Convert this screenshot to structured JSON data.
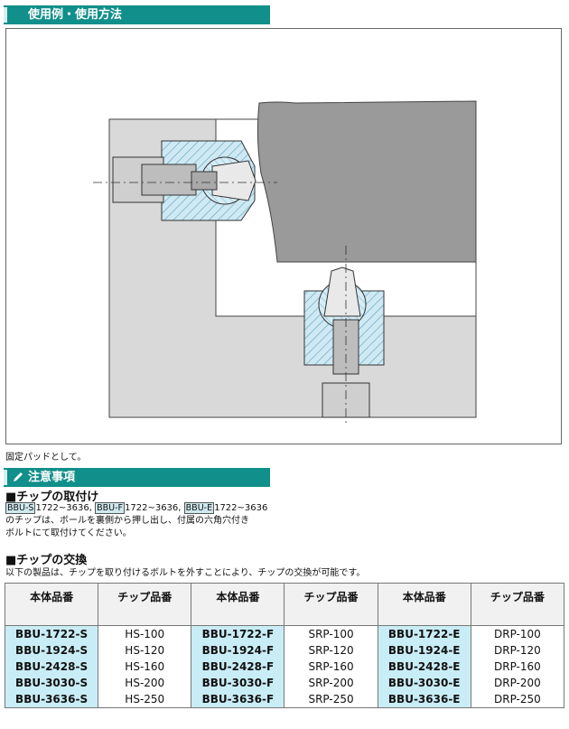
{
  "header1": {
    "title": "使用例・使用方法"
  },
  "caption": "固定パッドとして。",
  "header2": {
    "title": "注意事項"
  },
  "section1": {
    "title": "■チップの取付け",
    "tags": [
      "BBU-S",
      "BBU-F",
      "BBU-E"
    ],
    "ranges": [
      "1722~3636,",
      "1722~3636,",
      "1722~3636"
    ],
    "line2": "のチップは、ボールを裏側から押し出し、付属の六角穴付き",
    "line3": "ボルトにて取付けてください。"
  },
  "section2": {
    "title": "■チップの交換",
    "text": "以下の製品は、チップを取り付けるボルトを外すことにより、チップの交換が可能です。"
  },
  "table": {
    "headers": [
      "本体品番",
      "チップ品番",
      "本体品番",
      "チップ品番",
      "本体品番",
      "チップ品番"
    ],
    "rows": [
      [
        "BBU-1722-S",
        "HS-100",
        "BBU-1722-F",
        "SRP-100",
        "BBU-1722-E",
        "DRP-100"
      ],
      [
        "BBU-1924-S",
        "HS-120",
        "BBU-1924-F",
        "SRP-120",
        "BBU-1924-E",
        "DRP-120"
      ],
      [
        "BBU-2428-S",
        "HS-160",
        "BBU-2428-F",
        "SRP-160",
        "BBU-2428-E",
        "DRP-160"
      ],
      [
        "BBU-3030-S",
        "HS-200",
        "BBU-3030-F",
        "SRP-200",
        "BBU-3030-E",
        "DRP-200"
      ],
      [
        "BBU-3636-S",
        "HS-250",
        "BBU-3636-F",
        "SRP-250",
        "BBU-3636-E",
        "DRP-250"
      ]
    ]
  },
  "colors": {
    "accent": "#118f8a",
    "product_cell": "#c9edf6",
    "hatch": "#8fc9dc"
  }
}
